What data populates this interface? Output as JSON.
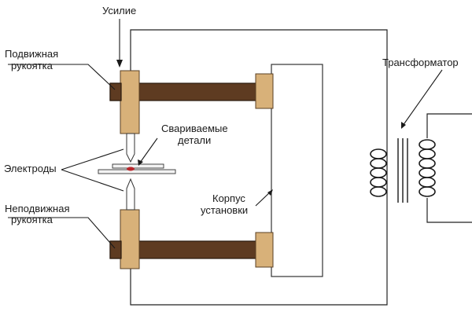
{
  "labels": {
    "force": "Усилие",
    "movable_handle_line1": "Подвижная",
    "movable_handle_line2": "рукоятка",
    "welded_parts_line1": "Свариваемые",
    "welded_parts_line2": "детали",
    "electrodes": "Электроды",
    "fixed_handle_line1": "Неподвижная",
    "fixed_handle_line2": "рукоятка",
    "body_line1": "Корпус",
    "body_line2": "установки",
    "transformer": "Трансформатор"
  },
  "colors": {
    "arm": "#5e3b21",
    "blocks": "#d8b179",
    "weld_spot": "#b8262b"
  }
}
